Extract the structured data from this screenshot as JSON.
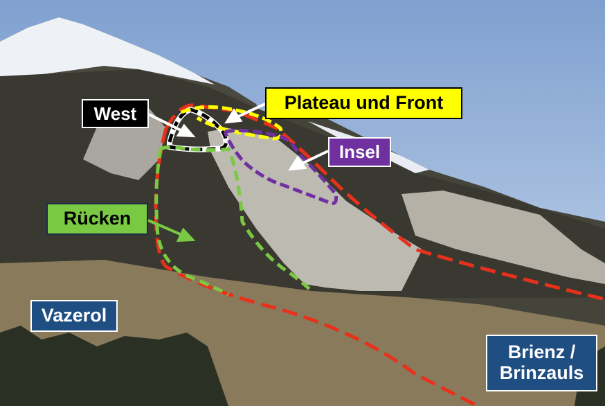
{
  "image": {
    "description": "Photograph of a mountain landslide area with annotated zones",
    "colors": {
      "sky": "#8fa9d4",
      "snow": "#f2f4f8",
      "forest": "#3b3a33",
      "debris": "#bdbab2",
      "meadow": "#8a7a5c",
      "boundary_red": "#e8311a",
      "west_black": "#000000",
      "plateau_yellow": "#ffff00",
      "insel_purple": "#7030a0",
      "ruecken_green": "#7ac943",
      "place_blue": "#1f4e82"
    }
  },
  "labels": {
    "west": "West",
    "plateau": "Plateau und Front",
    "insel": "Insel",
    "ruecken": "Rücken",
    "vazerol": "Vazerol",
    "brienz_line1": "Brienz /",
    "brienz_line2": "Brinzauls"
  }
}
